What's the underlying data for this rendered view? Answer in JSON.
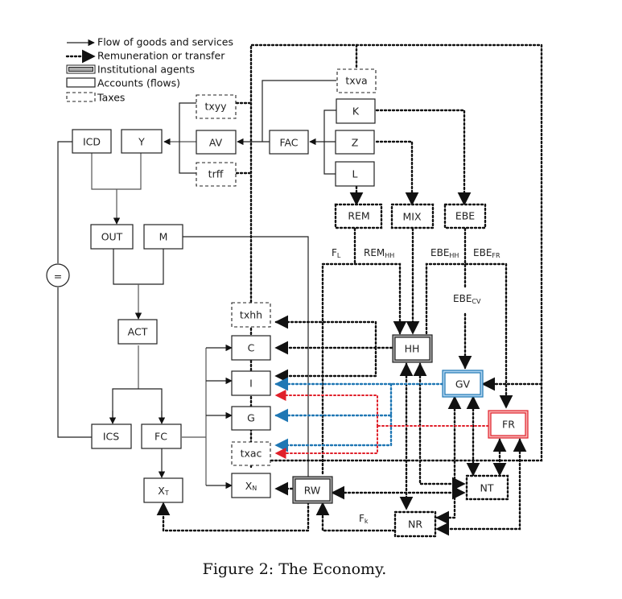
{
  "legend": [
    {
      "kind": "flow-arrow",
      "label": "Flow of goods and services"
    },
    {
      "kind": "transfer-arrow",
      "label": "Remuneration or transfer"
    },
    {
      "kind": "institutional-box",
      "label": "Institutional agents"
    },
    {
      "kind": "account-box",
      "label": "Accounts (flows)"
    },
    {
      "kind": "tax-box",
      "label": "Taxes"
    }
  ],
  "nodes": {
    "ICD": {
      "label": "ICD",
      "type": "account"
    },
    "Y": {
      "label": "Y",
      "type": "account"
    },
    "AV": {
      "label": "AV",
      "type": "account"
    },
    "FAC": {
      "label": "FAC",
      "type": "account"
    },
    "K": {
      "label": "K",
      "type": "account"
    },
    "Z": {
      "label": "Z",
      "type": "account"
    },
    "L": {
      "label": "L",
      "type": "account"
    },
    "OUT": {
      "label": "OUT",
      "type": "account"
    },
    "M": {
      "label": "M",
      "type": "account"
    },
    "ACT": {
      "label": "ACT",
      "type": "account"
    },
    "ICS": {
      "label": "ICS",
      "type": "account"
    },
    "FC": {
      "label": "FC",
      "type": "account"
    },
    "XT": {
      "label": "X",
      "sub": "T",
      "type": "account"
    },
    "C": {
      "label": "C",
      "type": "account"
    },
    "I": {
      "label": "I",
      "type": "account"
    },
    "G": {
      "label": "G",
      "type": "account"
    },
    "XN": {
      "label": "X",
      "sub": "N",
      "type": "account"
    },
    "txyy": {
      "label": "txyy",
      "type": "tax"
    },
    "trff": {
      "label": "trff",
      "type": "tax"
    },
    "txva": {
      "label": "txva",
      "type": "tax"
    },
    "txhh": {
      "label": "txhh",
      "type": "tax"
    },
    "txac": {
      "label": "txac",
      "type": "tax"
    },
    "REM": {
      "label": "REM",
      "type": "dotted"
    },
    "MIX": {
      "label": "MIX",
      "type": "dotted"
    },
    "EBE": {
      "label": "EBE",
      "type": "dotted"
    },
    "NT": {
      "label": "NT",
      "type": "dotted"
    },
    "NR": {
      "label": "NR",
      "type": "dotted"
    },
    "HH": {
      "label": "HH",
      "type": "institutional",
      "color": "#222222"
    },
    "GV": {
      "label": "GV",
      "type": "institutional",
      "color": "#1f77b4"
    },
    "FR": {
      "label": "FR",
      "type": "institutional",
      "color": "#e0202a"
    },
    "RW": {
      "label": "RW",
      "type": "institutional",
      "color": "#222222"
    }
  },
  "equals_symbol": "=",
  "flow_labels": {
    "FL": {
      "main": "F",
      "sub": "L"
    },
    "REMHH": {
      "main": "REM",
      "sub": "HH"
    },
    "EBEHH": {
      "main": "EBE",
      "sub": "HH"
    },
    "EBEFR": {
      "main": "EBE",
      "sub": "FR"
    },
    "EBECV": {
      "main": "EBE",
      "sub": "CV"
    },
    "Fk": {
      "main": "F",
      "sub": "k"
    }
  },
  "colors": {
    "household_black": "#111111",
    "government_blue": "#1f77b4",
    "firms_red": "#e0202a"
  },
  "caption": "Figure 2:  The Economy."
}
